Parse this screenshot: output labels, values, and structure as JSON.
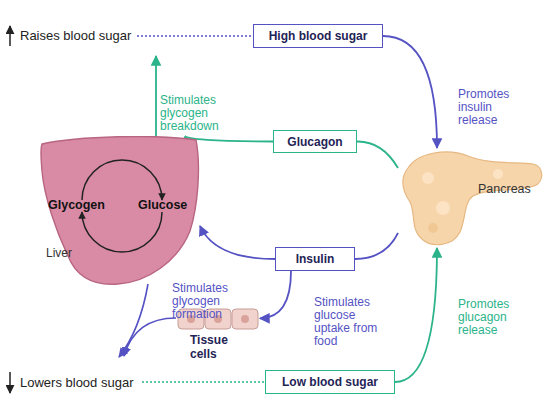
{
  "diagram": {
    "nodes": [
      {
        "text": [
          "High blood sugar"
        ]
      },
      {
        "text": [
          "Glucagon"
        ]
      },
      {
        "text": [
          "Pancreas"
        ]
      },
      {
        "text": [
          "Glycogen",
          "Glucose",
          "Liver"
        ]
      },
      {
        "text": [
          "Insulin"
        ]
      },
      {
        "text": [
          "Tissue cells"
        ]
      },
      {
        "text": [
          "Low blood sugar"
        ]
      }
    ],
    "edges": [
      {
        "from": 0,
        "to": 2,
        "label": "Promotes insulin release",
        "arrow": "to"
      },
      {
        "from": 2,
        "to": 1,
        "arrow": "none"
      },
      {
        "from": 1,
        "to": 3,
        "arrow": "to"
      },
      {
        "from": 2,
        "to": 4,
        "arrow": "none"
      },
      {
        "from": 4,
        "to": 3,
        "arrow": "to"
      },
      {
        "from": 4,
        "to": 5,
        "arrow": "to"
      },
      {
        "from": 6,
        "to": 2,
        "label": "Promotes glucagon release",
        "arrow": "to"
      }
    ],
    "labels": [
      "Raises blood sugar",
      "Stimulates glycogen breakdown",
      "Stimulates glycogen formation",
      "Stimulates glucose uptake from food",
      "Lowers blood sugar"
    ]
  }
}
